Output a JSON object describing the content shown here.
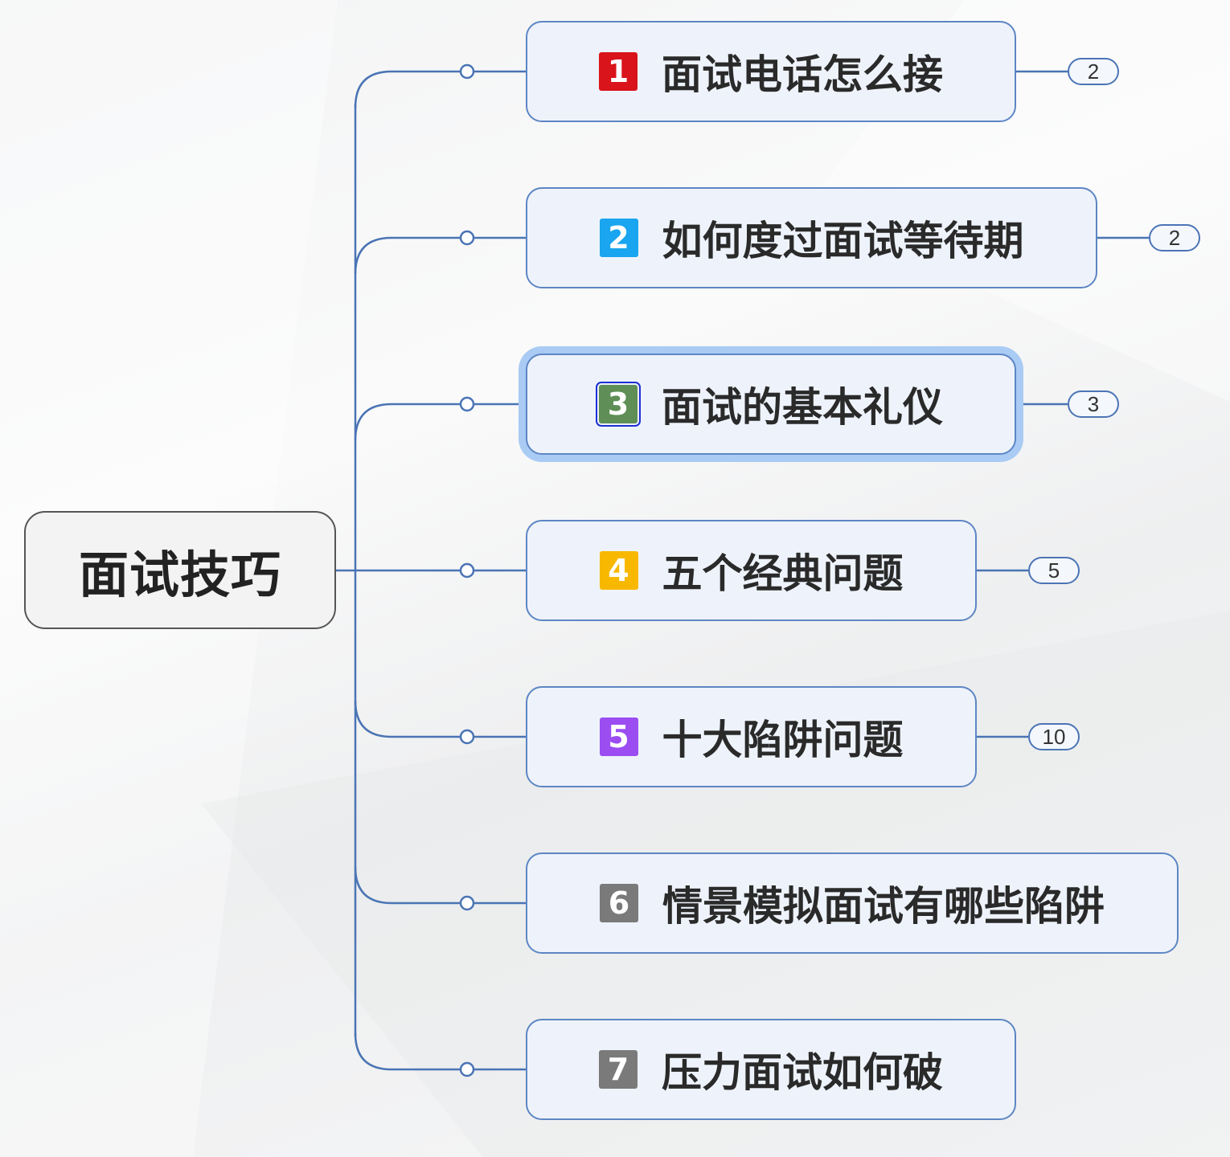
{
  "root": {
    "label": "面试技巧"
  },
  "topics": [
    {
      "number": "1",
      "label": "面试电话怎么接",
      "badge_color": "#d9141b",
      "count": "2"
    },
    {
      "number": "2",
      "label": "如何度过面试等待期",
      "badge_color": "#19a5ef",
      "count": "2"
    },
    {
      "number": "3",
      "label": "面试的基本礼仪",
      "badge_color": "#5f8f57",
      "count": "3",
      "selected": true
    },
    {
      "number": "4",
      "label": "五个经典问题",
      "badge_color": "#f8b800",
      "count": "5"
    },
    {
      "number": "5",
      "label": "十大陷阱问题",
      "badge_color": "#9b4df2",
      "count": "10"
    },
    {
      "number": "6",
      "label": "情景模拟面试有哪些陷阱",
      "badge_color": "#7a7a7a",
      "count": ""
    },
    {
      "number": "7",
      "label": "压力面试如何破",
      "badge_color": "#7a7a7a",
      "count": ""
    }
  ],
  "colors": {
    "connector": "#4a74b4",
    "topic_border": "#5d86c4",
    "topic_fill": "#eef3fb",
    "selection_glow": "#a9cbf4"
  }
}
